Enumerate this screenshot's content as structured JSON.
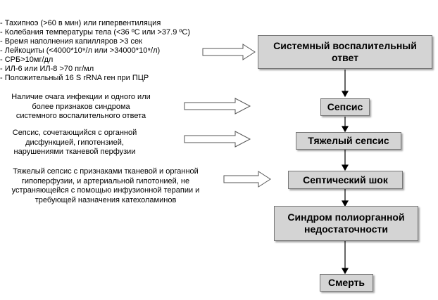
{
  "criteria": [
    "- Тахипноэ (>60 в мин) или гипервентиляция",
    "- Колебания температуры тела (<36 ºС или >37.9 ºС)",
    "- Время наполнения капилляров  >3 сек",
    "- Лейкоциты (<4000*10⁹/л или >34000*10⁹/л)",
    "- СРБ>10мг/дл",
    "- ИЛ-6 или ИЛ-8 >70 пг/мл",
    "- Положительный 16 S rRNA ген при ПЦР"
  ],
  "descriptions": [
    [
      "Наличие очага инфекции и одного или",
      "более признаков синдрома",
      "системного воспалительного ответа"
    ],
    [
      "Сепсис, сочетающийся с органной",
      "дисфункцией, гипотензией,",
      "нарушениями тканевой перфузии"
    ],
    [
      "Тяжелый сепсис с признаками тканевой и органной",
      "гипоперфузии, и артериальной гипотонией, не",
      "устраняющейся с помощью инфузионной терапии и",
      "требующей назначения катехоламинов"
    ]
  ],
  "stages": [
    [
      "Системный воспалительный",
      "ответ"
    ],
    [
      "Сепсис"
    ],
    [
      "Тяжелый сепсис"
    ],
    [
      "Септический шок"
    ],
    [
      "Синдром полиорганной",
      "недостаточности"
    ],
    [
      "Смерть"
    ]
  ]
}
